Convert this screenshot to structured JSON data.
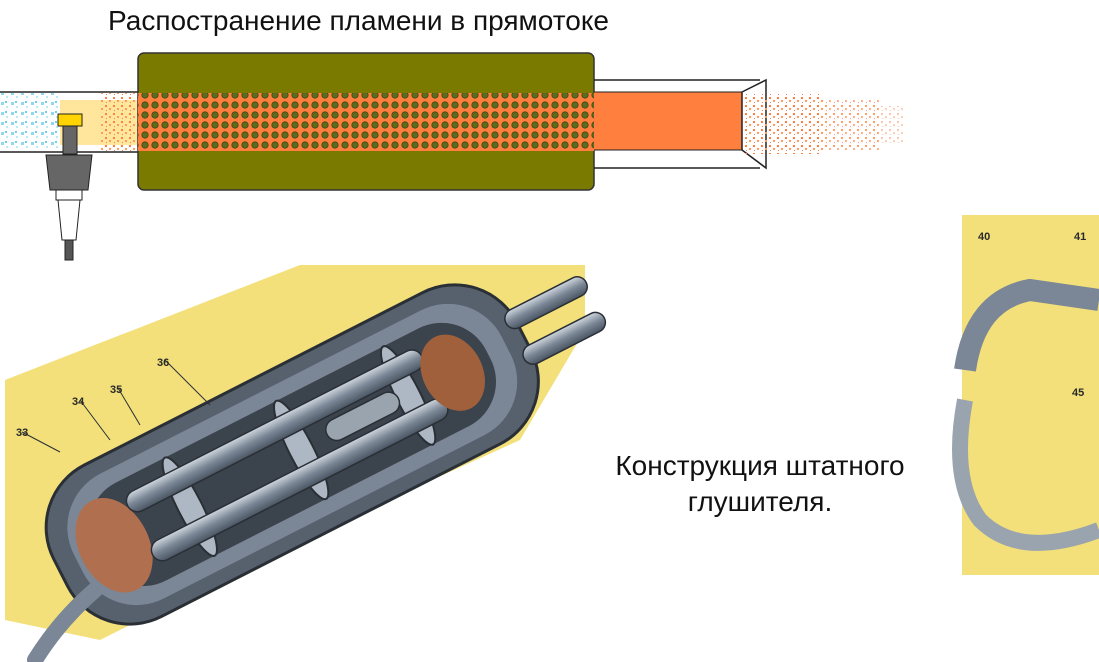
{
  "title": "Распостранение пламени в прямотоке",
  "caption_line1": "Конструкция штатного",
  "caption_line2": "глушителя.",
  "colors": {
    "muffler_body": "#7a7a00",
    "flame": "#ff7f3f",
    "holes": "#5a6a1a",
    "cold_mix": "#9fe3ef",
    "cutaway_bg": "#f3e07a",
    "cutaway_metal": "#8f9aa8"
  },
  "cutaway_labels": [
    "33",
    "34",
    "35",
    "36"
  ],
  "side_labels": [
    "40",
    "41",
    "45"
  ],
  "icons": [
    "spark-plug-icon"
  ]
}
